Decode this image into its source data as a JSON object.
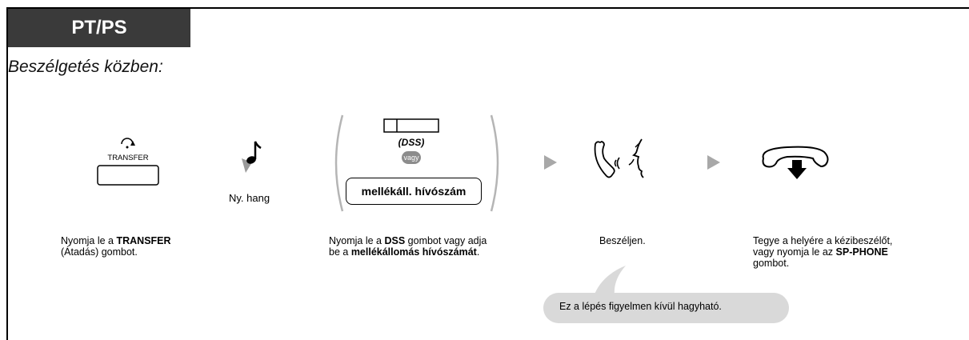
{
  "header": {
    "tab_label": "PT/PS",
    "subtitle": "Beszélgetés közben:"
  },
  "steps": {
    "transfer": {
      "icon_label": "TRANSFER",
      "caption_pre": "Nyomja le a ",
      "caption_bold": "TRANSFER",
      "caption_post": "(Átadás) gombot."
    },
    "tone": {
      "label": "Ny. hang"
    },
    "dss": {
      "dss_label": "(DSS)",
      "or_label": "vagy",
      "ext_button_label": "mellékáll. hívószám",
      "caption_pre": "Nyomja le a ",
      "caption_bold1": "DSS",
      "caption_mid": " gombot vagy adja",
      "caption_line2_pre": "be a ",
      "caption_bold2": "mellékállomás hívószámát",
      "caption_line2_post": "."
    },
    "talk": {
      "caption": "Beszéljen."
    },
    "hangup": {
      "caption_line1": "Tegye a helyére a kézibeszélőt,",
      "caption_line2_pre": "vagy nyomja le az ",
      "caption_bold": "SP-PHONE",
      "caption_line3": "gombot."
    }
  },
  "note": {
    "text": "Ez a lépés figyelmen kívül hagyható."
  },
  "colors": {
    "tab_bg": "#3a3a3a",
    "arrow": "#a8a8a8",
    "note_bg": "#d9d9d9",
    "accent_gray": "#8c8c8c"
  }
}
